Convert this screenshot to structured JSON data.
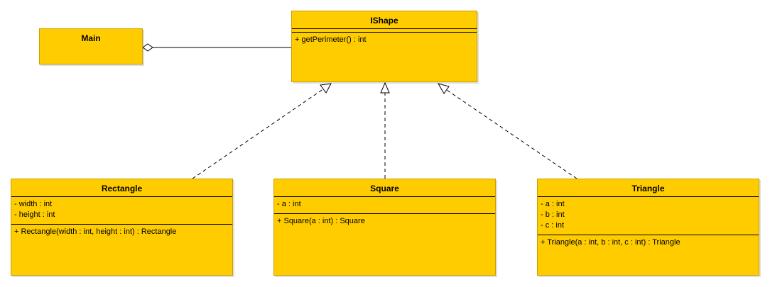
{
  "colors": {
    "class_fill": "#ffcc00",
    "line": "#000000"
  },
  "classes": {
    "main": {
      "name": "Main"
    },
    "ishape": {
      "name": "IShape",
      "attributes": [],
      "operations": [
        "+ getPerimeter() : int"
      ]
    },
    "rectangle": {
      "name": "Rectangle",
      "attributes": [
        "- width : int",
        "- height : int"
      ],
      "operations": [
        "+ Rectangle(width : int, height : int) : Rectangle"
      ]
    },
    "square": {
      "name": "Square",
      "attributes": [
        "- a : int"
      ],
      "operations": [
        "+ Square(a : int) : Square"
      ]
    },
    "triangle": {
      "name": "Triangle",
      "attributes": [
        "- a : int",
        "- b : int",
        "- c : int"
      ],
      "operations": [
        "+ Triangle(a : int, b : int, c : int) : Triangle"
      ]
    }
  },
  "relationships": [
    {
      "type": "aggregation",
      "from": "Main",
      "to": "IShape"
    },
    {
      "type": "realization",
      "from": "Rectangle",
      "to": "IShape"
    },
    {
      "type": "realization",
      "from": "Square",
      "to": "IShape"
    },
    {
      "type": "realization",
      "from": "Triangle",
      "to": "IShape"
    }
  ]
}
